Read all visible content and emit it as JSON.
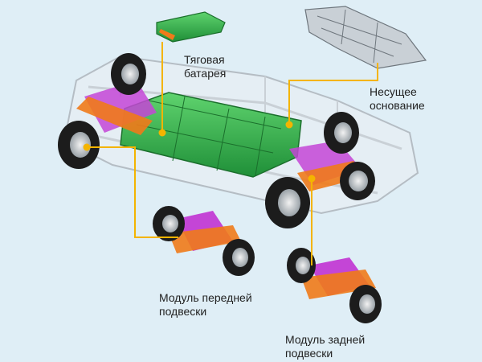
{
  "labels": {
    "battery": {
      "line1": "Тяговая",
      "line2": "батарея"
    },
    "chassis": {
      "line1": "Несущее",
      "line2": "основание"
    },
    "front": {
      "line1": "Модуль передней",
      "line2": "подвески"
    },
    "rear": {
      "line1": "Модуль задней",
      "line2": "подвески"
    }
  },
  "colors": {
    "background": "#dfeef6",
    "leader": "#f4b400",
    "battery": "#2fb34a",
    "chassis_frame": "#c9d0d6",
    "suspension_magenta": "#c445d6",
    "suspension_orange": "#f07a1a",
    "tire": "#1c1c1c"
  }
}
